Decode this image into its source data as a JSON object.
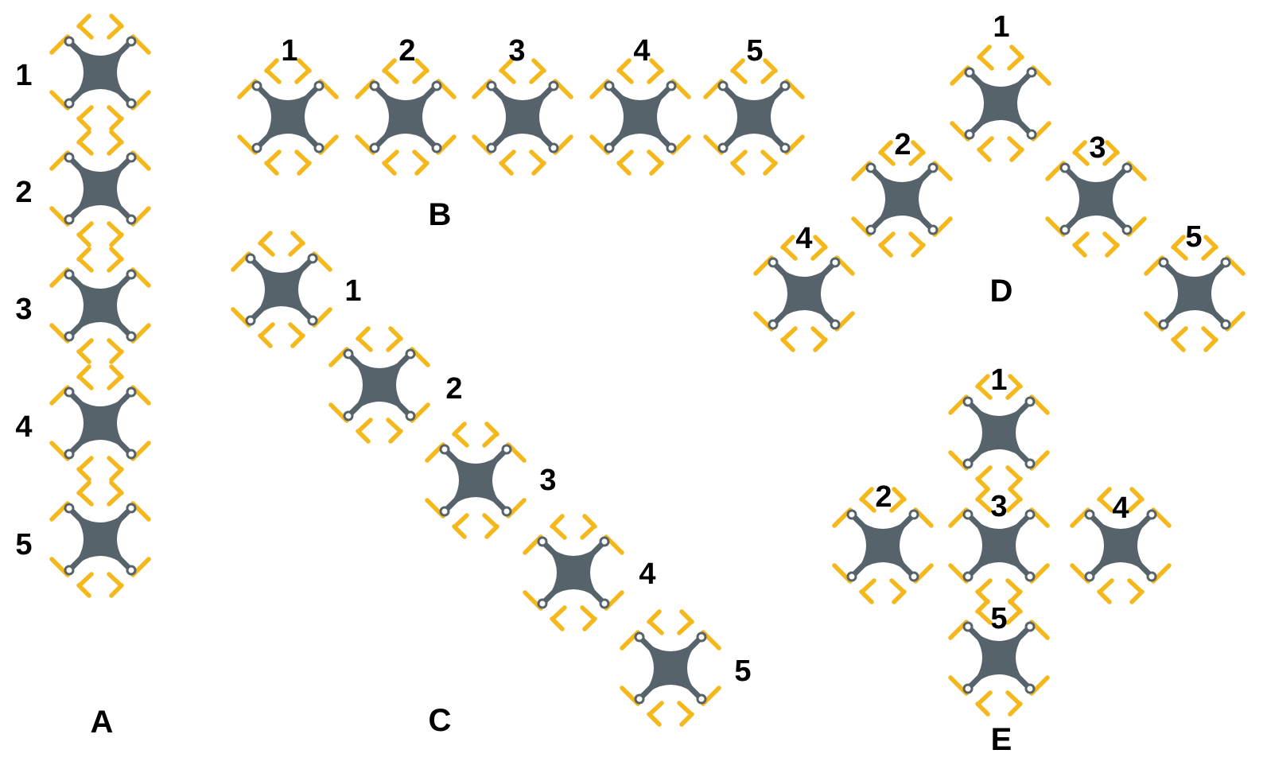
{
  "colors": {
    "body": "#56636b",
    "propeller": "#f5b81c",
    "motor_fill": "#ffffff",
    "text": "#000000"
  },
  "drone_icon": "quadcopter-icon",
  "formations": [
    {
      "label": "A",
      "numbers": [
        "1",
        "2",
        "3",
        "4",
        "5"
      ]
    },
    {
      "label": "B",
      "numbers": [
        "1",
        "2",
        "3",
        "4",
        "5"
      ]
    },
    {
      "label": "C",
      "numbers": [
        "1",
        "2",
        "3",
        "4",
        "5"
      ]
    },
    {
      "label": "D",
      "numbers": [
        "1",
        "2",
        "3",
        "4",
        "5"
      ]
    },
    {
      "label": "E",
      "numbers": [
        "1",
        "2",
        "3",
        "4",
        "5"
      ]
    }
  ]
}
